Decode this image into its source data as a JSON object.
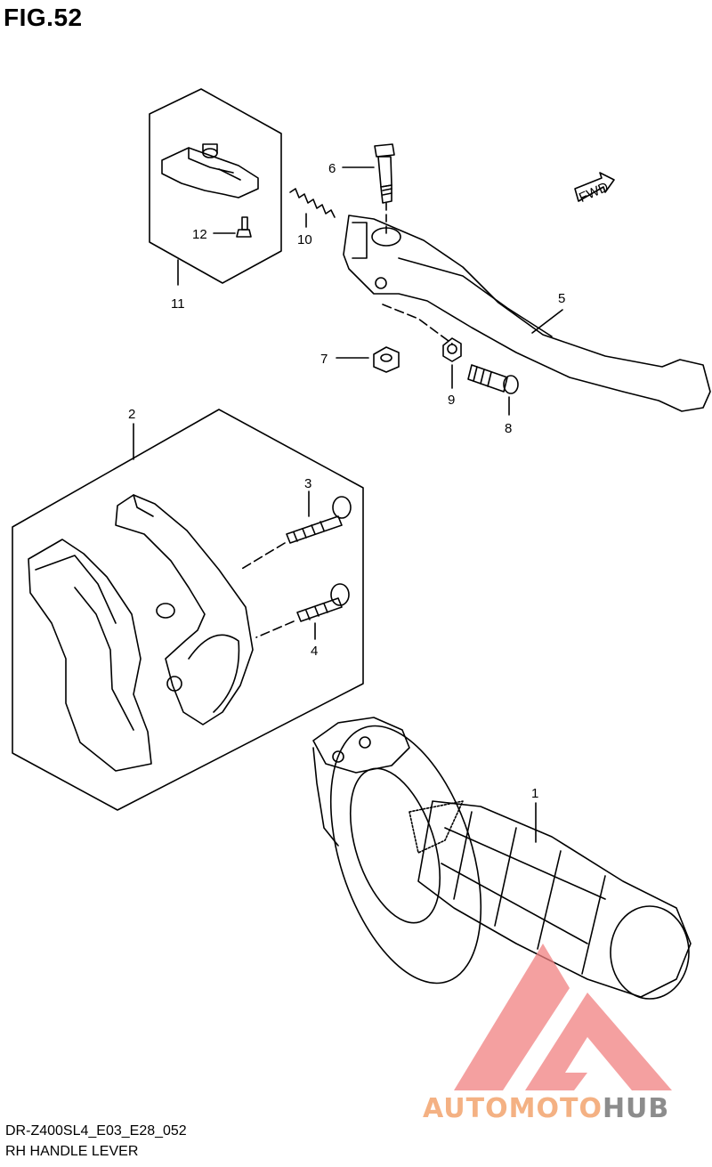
{
  "figure": {
    "title": "FIG.52",
    "code": "DR-Z400SL4_E03_E28_052",
    "subtitle": "RH HANDLE LEVER",
    "fwd_label": "FWD"
  },
  "callouts": [
    "1",
    "2",
    "3",
    "4",
    "5",
    "6",
    "7",
    "8",
    "9",
    "10",
    "11",
    "12"
  ],
  "watermark": {
    "part1": "AUTOMOTO",
    "part2": "HUB",
    "accent_color": "#f4b183",
    "secondary_color": "#8c8c8c",
    "triangle_color": "#f08080"
  }
}
